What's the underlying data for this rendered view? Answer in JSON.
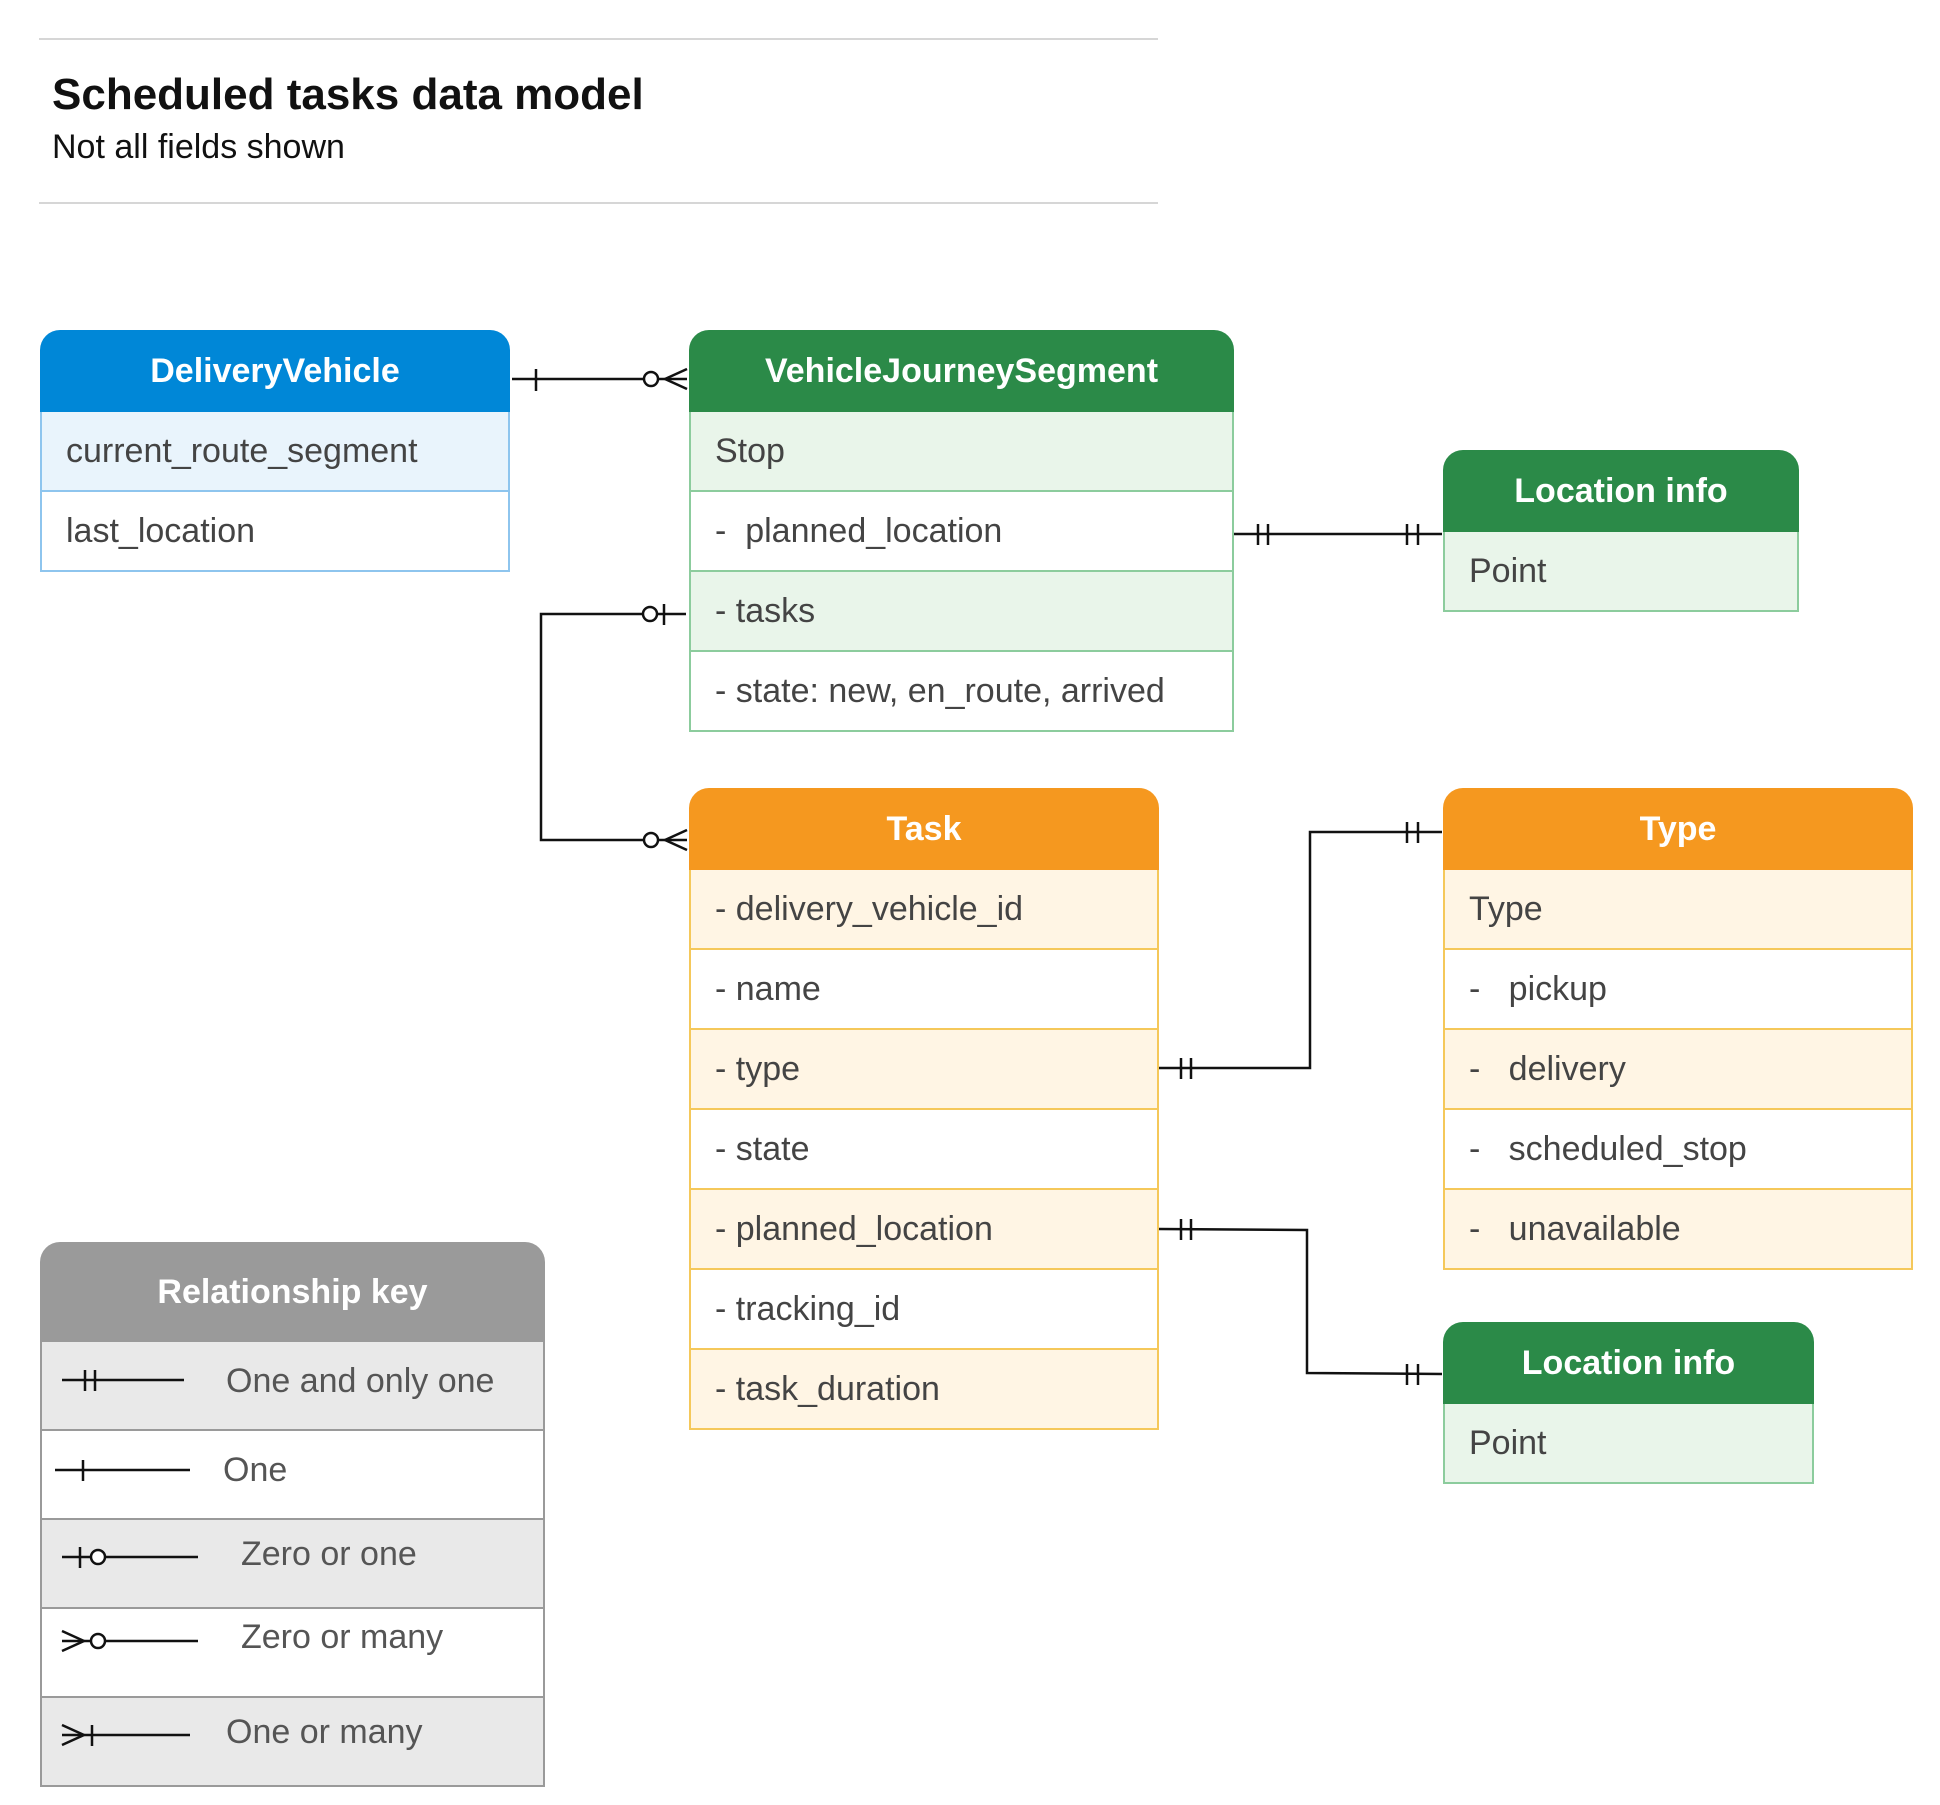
{
  "header": {
    "title": "Scheduled tasks data model",
    "subtitle": "Not all fields shown"
  },
  "entities": {
    "delivery_vehicle": {
      "title": "DeliveryVehicle",
      "rows": [
        "current_route_segment",
        "last_location"
      ]
    },
    "vehicle_journey_segment": {
      "title": "VehicleJourneySegment",
      "rows": [
        "Stop",
        "-  planned_location",
        "- tasks",
        "- state: new, en_route, arrived"
      ]
    },
    "location_info_1": {
      "title": "Location info",
      "rows": [
        "Point"
      ]
    },
    "task": {
      "title": "Task",
      "rows": [
        "- delivery_vehicle_id",
        "- name",
        "- type",
        "- state",
        "- planned_location",
        "- tracking_id",
        "- task_duration"
      ]
    },
    "type": {
      "title": "Type",
      "rows": [
        "Type",
        "-   pickup",
        "-   delivery",
        "-   scheduled_stop",
        "-   unavailable"
      ]
    },
    "location_info_2": {
      "title": "Location info",
      "rows": [
        "Point"
      ]
    }
  },
  "relationship_key": {
    "title": "Relationship key",
    "items": [
      {
        "symbol": "one-and-only-one",
        "label": "One and only one"
      },
      {
        "symbol": "one",
        "label": "One"
      },
      {
        "symbol": "zero-or-one",
        "label": "Zero or one"
      },
      {
        "symbol": "zero-or-many",
        "label": "Zero or many"
      },
      {
        "symbol": "one-or-many",
        "label": "One or many"
      }
    ]
  },
  "colors": {
    "blue": "#0087d7",
    "green": "#2b8a48",
    "orange": "#f5981f",
    "grey": "#9a9a9a"
  }
}
